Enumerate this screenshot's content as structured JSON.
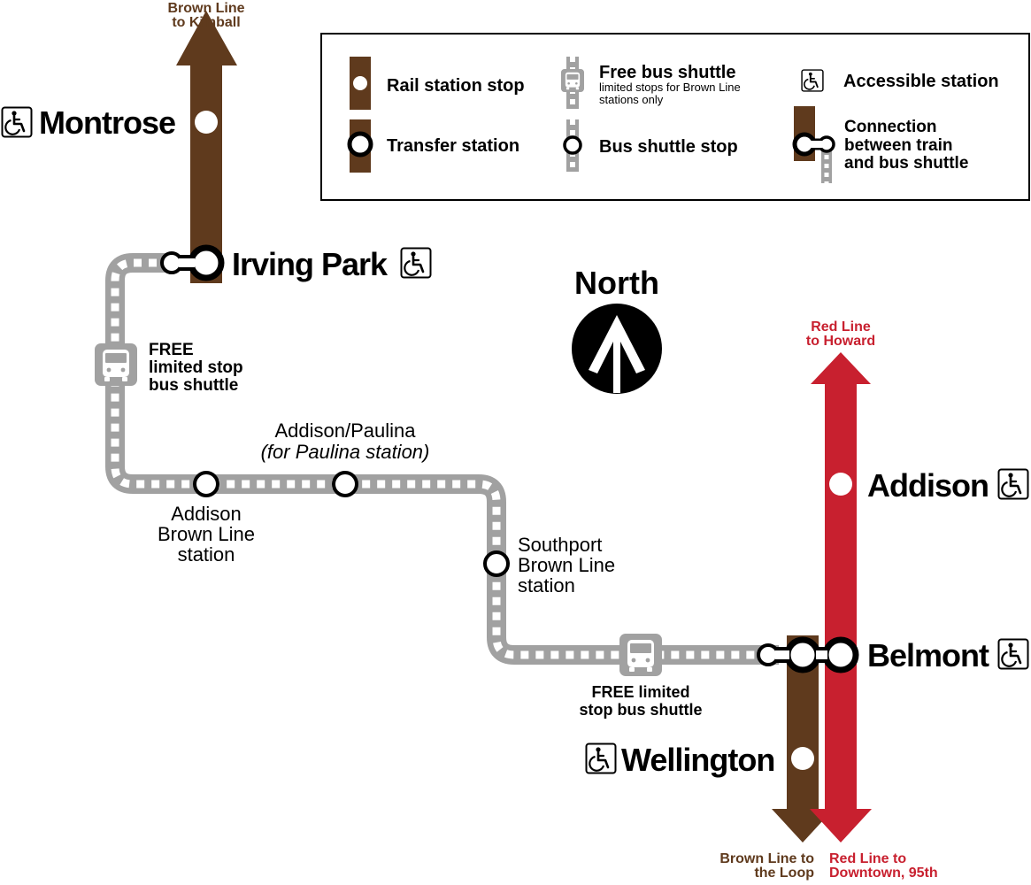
{
  "colors": {
    "brown": "#5f3a1d",
    "red": "#c8202f",
    "shuttle_gray": "#a1a1a1",
    "black": "#000000",
    "white": "#ffffff"
  },
  "legend": {
    "rail_station_stop": "Rail station stop",
    "transfer_station": "Transfer station",
    "free_bus_shuttle_title": "Free bus shuttle",
    "free_bus_shuttle_note_1": "limited stops for Brown Line",
    "free_bus_shuttle_note_2": "stations only",
    "bus_shuttle_stop": "Bus shuttle stop",
    "accessible_station": "Accessible station",
    "connection_1": "Connection",
    "connection_2": "between train",
    "connection_3": "and bus shuttle"
  },
  "north": "North",
  "destinations": {
    "brown_north_1": "Brown Line",
    "brown_north_2": "to Kimball",
    "red_north_1": "Red Line",
    "red_north_2": "to Howard",
    "brown_south_1": "Brown Line to",
    "brown_south_2": "the Loop",
    "red_south_1": "Red Line to",
    "red_south_2": "Downtown, 95th"
  },
  "stations": {
    "montrose": "Montrose",
    "irving_park": "Irving Park",
    "addison_red": "Addison",
    "belmont": "Belmont",
    "wellington": "Wellington"
  },
  "shuttle_stops": {
    "addison_paulina_1": "Addison/Paulina",
    "addison_paulina_2": "(for Paulina station)",
    "addison_brown_1": "Addison",
    "addison_brown_2": "Brown Line",
    "addison_brown_3": "station",
    "southport_1": "Southport",
    "southport_2": "Brown Line",
    "southport_3": "station"
  },
  "shuttle_labels": {
    "left_1": "FREE",
    "left_2": "limited stop",
    "left_3": "bus shuttle",
    "bottom_1": "FREE limited",
    "bottom_2": "stop bus shuttle"
  },
  "icons": [
    "wheelchair-icon",
    "bus-icon",
    "north-arrow-icon"
  ]
}
